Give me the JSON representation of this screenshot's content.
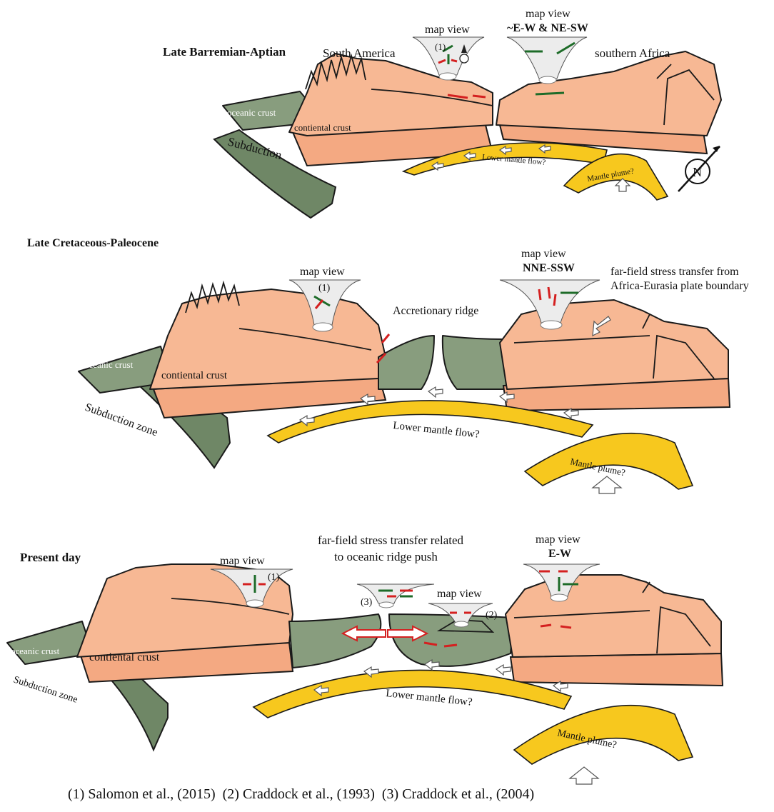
{
  "panels": [
    {
      "title": "Late Barremian-Aptian",
      "left_plate": "South America",
      "right_plate": "southern Africa",
      "oceanic_label": "oceanic crust",
      "continental_label": "contiental crust",
      "subduction_label": "Subduction",
      "mantle_flow_label": "Lower mantle flow?",
      "plume_label": "Mantle plume?",
      "map_view_left": {
        "label": "map view",
        "ref": "(1)"
      },
      "map_view_right": {
        "label": "map view",
        "stress": "~E-W & NE-SW"
      },
      "north_label": "N"
    },
    {
      "title": "Late Cretaceous-Paleocene",
      "oceanic_label": "oceanic crust",
      "continental_label": "contiental crust",
      "subduction_label": "Subduction zone",
      "mantle_flow_label": "Lower mantle flow?",
      "plume_label": "Mantle plume?",
      "ridge_label": "Accretionary ridge",
      "far_field_label_1": "far-field stress transfer from",
      "far_field_label_2": "Africa-Eurasia plate boundary",
      "map_view_left": {
        "label": "map view",
        "ref": "(1)"
      },
      "map_view_right": {
        "label": "map view",
        "stress": "NNE-SSW"
      }
    },
    {
      "title": "Present day",
      "oceanic_label": "oceanic crust",
      "continental_label": "contiental crust",
      "subduction_label": "Subduction zone",
      "mantle_flow_label": "Lower mantle flow?",
      "plume_label": "Mantle plume?",
      "far_field_label_1": "far-field stress transfer related",
      "far_field_label_2": "to oceanic ridge push",
      "map_view_left": {
        "label": "map view",
        "ref": "(1)"
      },
      "map_view_middle": {
        "label": "map view",
        "ref": "(2)"
      },
      "map_view_ridge": {
        "ref": "(3)"
      },
      "map_view_right": {
        "label": "map view",
        "stress": "E-W"
      }
    }
  ],
  "references": "(1) Salomon et al., (2015)  (2) Craddock et al., (1993)  (3) Craddock et al., (2004)",
  "colors": {
    "continental": "#f7b894",
    "oceanic": "#889d7e",
    "mantle": "#f7c81e",
    "extension_arrow": "#1d6b28",
    "compression_arrow": "#d42020"
  }
}
